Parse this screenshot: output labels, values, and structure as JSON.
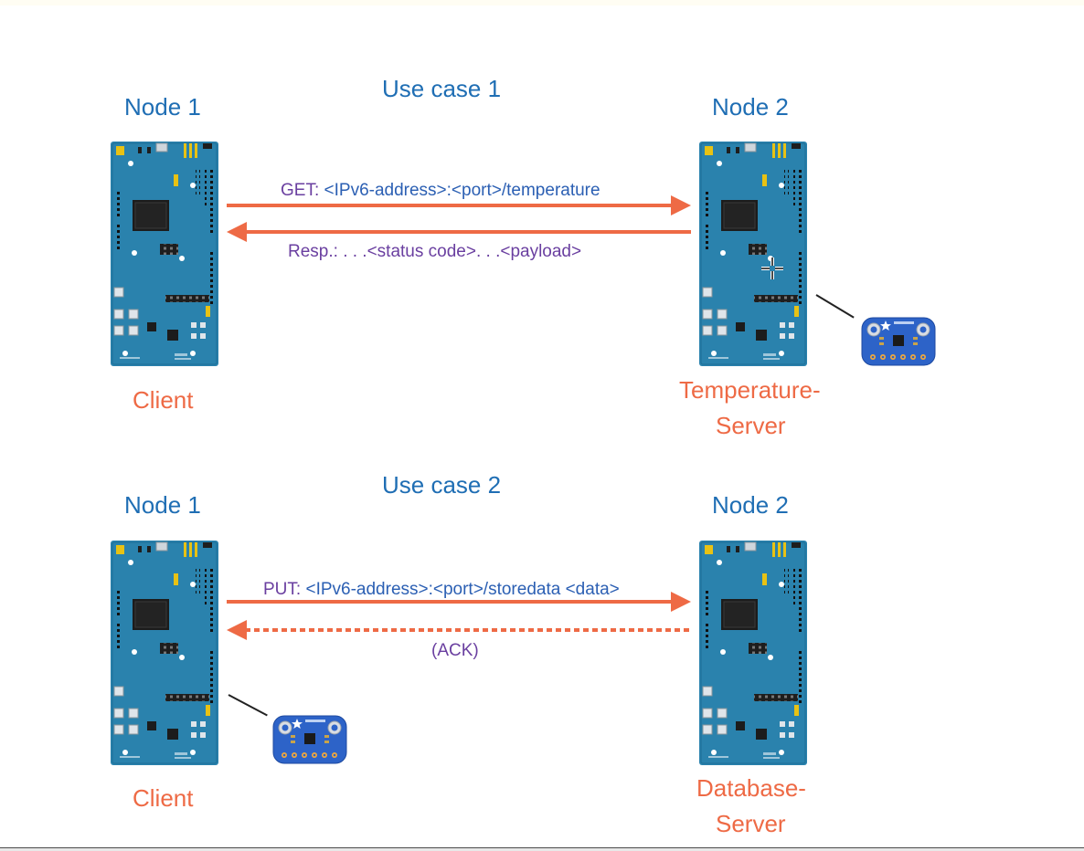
{
  "use_case_1": {
    "title": "Use case 1",
    "node1_label": "Node 1",
    "node2_label": "Node 2",
    "request": {
      "method": "GET:",
      "address": "<IPv6-address>:<port>/temperature"
    },
    "response": "Resp.: . . .<status code>. . .<payload>",
    "client_label": "Client",
    "server_label_line1": "Temperature-",
    "server_label_line2": "Server"
  },
  "use_case_2": {
    "title": "Use case 2",
    "node1_label": "Node 1",
    "node2_label": "Node 2",
    "request": {
      "method": "PUT:",
      "address": "<IPv6-address>:<port>/storedata <data>"
    },
    "response": "(ACK)",
    "client_label": "Client",
    "server_label_line1": "Database-",
    "server_label_line2": "Server"
  },
  "colors": {
    "heading_blue": "#1f6eb4",
    "role_orange": "#ee6a45",
    "arrow_orange": "#ee6a45",
    "message_purple": "#6a3fa0",
    "board_teal": "#2a82ad",
    "sensor_blue": "#2d63c8"
  },
  "icons": {
    "board": "microcontroller-board-icon",
    "sensor": "temperature-sensor-breakout-icon"
  }
}
